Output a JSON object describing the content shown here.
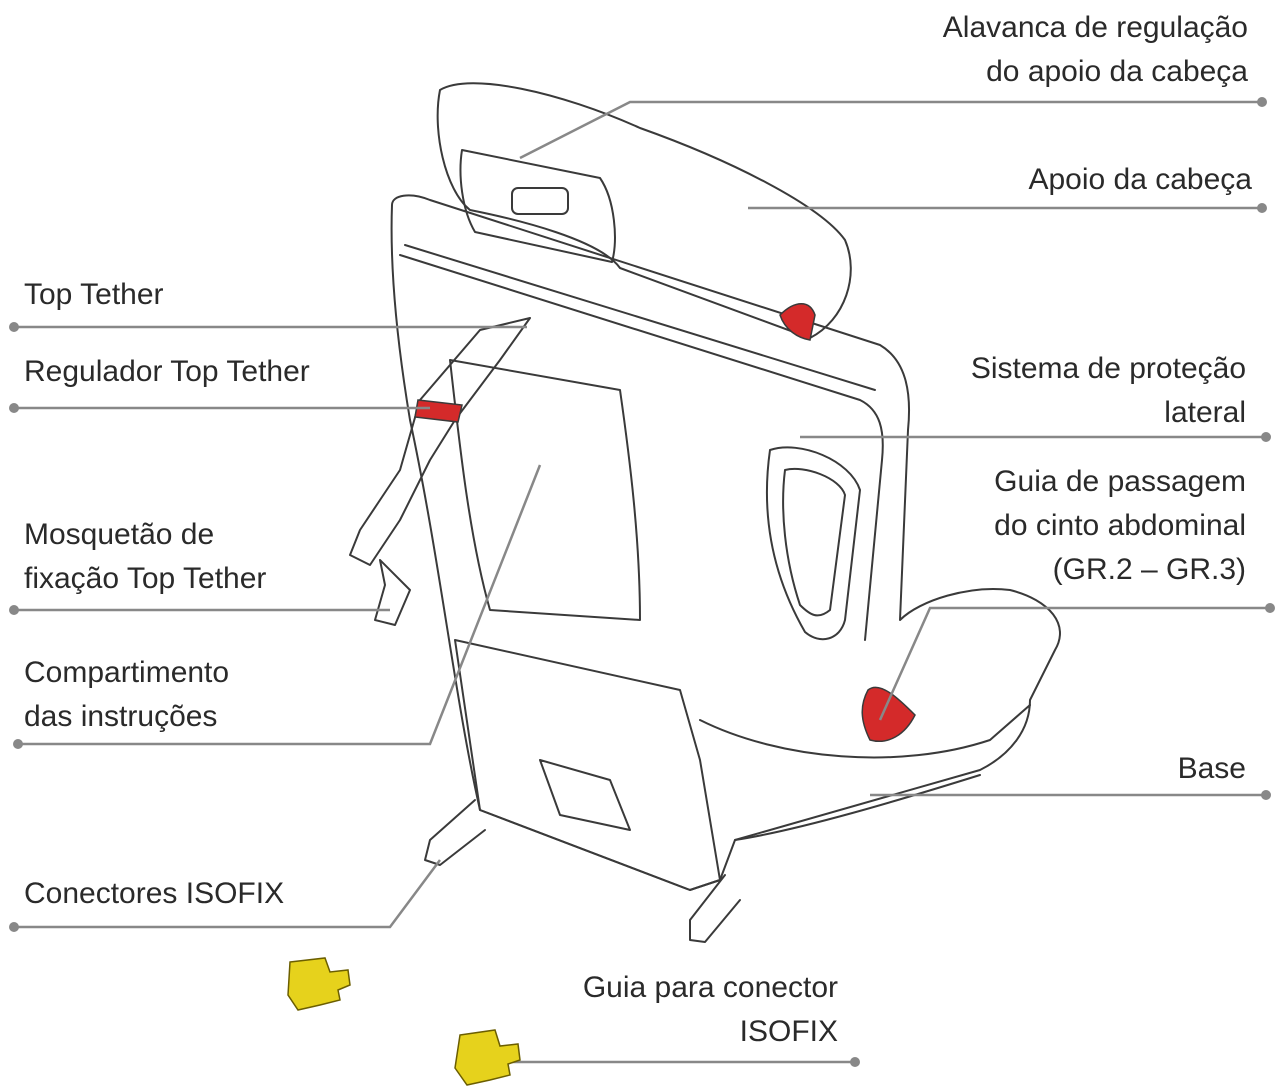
{
  "labels": {
    "head_lever": [
      "Alavanca de regulação",
      "do apoio da cabeça"
    ],
    "headrest": [
      "Apoio da cabeça"
    ],
    "top_tether": [
      "Top Tether"
    ],
    "tether_regulator": [
      "Regulador Top Tether"
    ],
    "side_protection": [
      "Sistema de proteção",
      "lateral"
    ],
    "belt_guide": [
      "Guia de passagem",
      "do cinto abdominal",
      "(GR.2 – GR.3)"
    ],
    "carabiner": [
      "Mosquetão de",
      "fixação Top Tether"
    ],
    "compartment": [
      "Compartimento",
      "das instruções"
    ],
    "base": [
      "Base"
    ],
    "isofix_connectors": [
      "Conectores ISOFIX"
    ],
    "isofix_guide": [
      "Guia para conector",
      "ISOFIX"
    ]
  },
  "colors": {
    "line": "#888888",
    "outline": "#3a3a3a",
    "accent_red": "#d42a2a",
    "accent_yellow": "#e6d21c",
    "text": "#2a2a2a"
  },
  "icons": {
    "seat": "child-car-seat-illustration",
    "isofix_guide": "yellow-isofix-guide-icon"
  }
}
